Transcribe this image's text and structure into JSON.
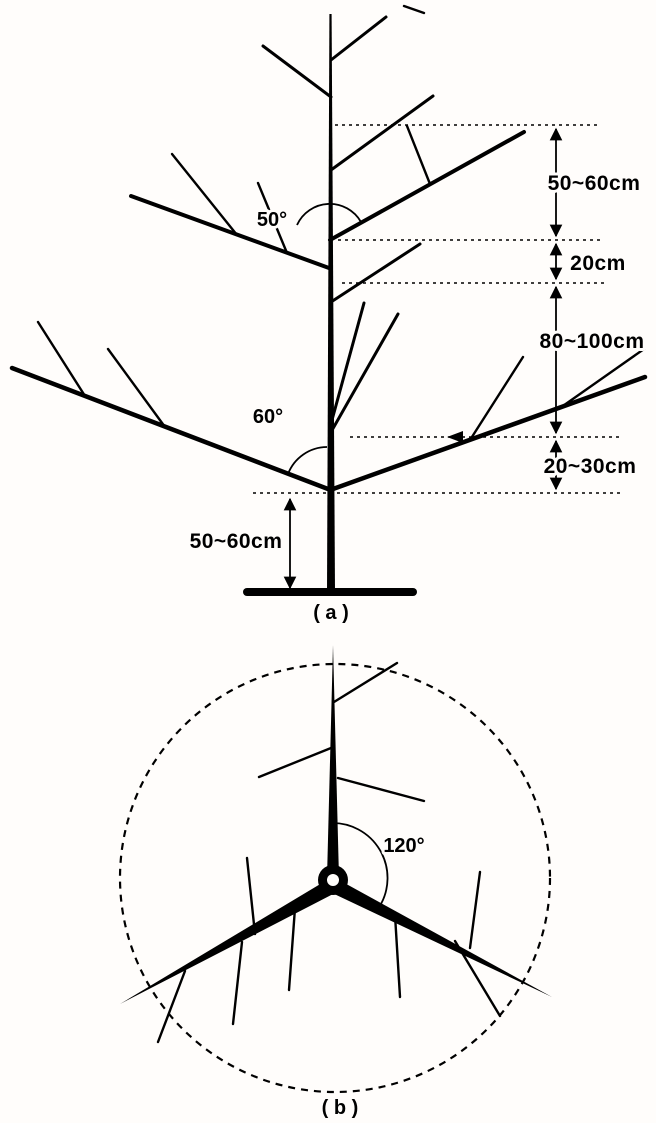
{
  "figure": {
    "panel_a": {
      "caption": "( a )",
      "labels": {
        "angle_upper": "50°",
        "angle_lower": "60°",
        "dim_top": "50~60cm",
        "dim_upper_gap": "20cm",
        "dim_mid": "80~100cm",
        "dim_lower_gap": "20~30cm",
        "dim_trunk_height": "50~60cm"
      }
    },
    "panel_b": {
      "caption": "( b )",
      "labels": {
        "angle": "120°"
      }
    }
  }
}
